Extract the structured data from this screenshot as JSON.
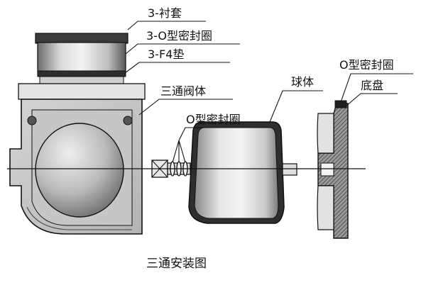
{
  "caption": "三通安装图",
  "labels": {
    "sleeve": "3-衬套",
    "o_ring_seal_top": "3-O型密封圈",
    "f4_gasket": "3-F4垫",
    "tee_body": "三通阀体",
    "o_ring_seal_mid": "O型密封圈",
    "ball": "球体",
    "o_ring_seal_right": "O型密封圈",
    "base_plate": "底盘"
  }
}
